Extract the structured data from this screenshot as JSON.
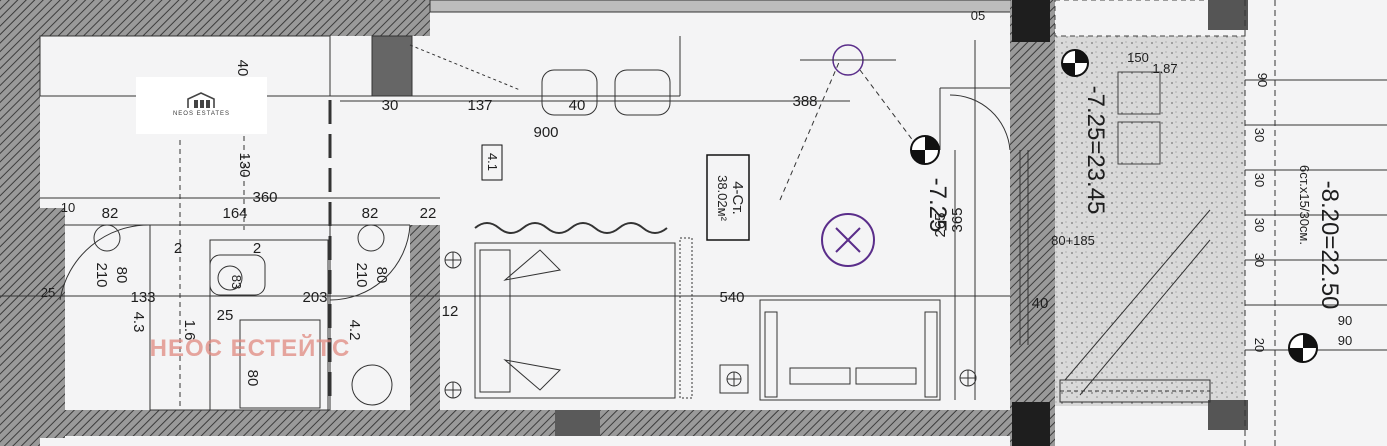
{
  "logo": {
    "text": "NEOS ESTATES"
  },
  "watermark": "НЕОС ЕСТЕЙТС",
  "room": {
    "code": "4-Ст.",
    "area": "38.02м²",
    "tag": "4.1"
  },
  "levels": {
    "main": "-7.25",
    "terrace": "-7.25=23.45",
    "lower": "-8.20=22.50",
    "lower_note": "6ст.х15/30см."
  },
  "dims": {
    "d30": "30",
    "d137": "137",
    "d40": "40",
    "d388": "388",
    "d900": "900",
    "d130": "130",
    "d360": "360",
    "d164": "164",
    "d82a": "82",
    "d82b": "82",
    "d22": "22",
    "d10": "10",
    "d210a": "210",
    "d80a": "80",
    "d210b": "210",
    "d80b": "80",
    "d133": "133",
    "d203": "203",
    "d540": "540",
    "d12": "12",
    "d265": "265",
    "d365": "365",
    "d40b": "40",
    "d150": "150",
    "d187": "1.87",
    "d90": "90",
    "d20": "20",
    "d2a": "2",
    "d2b": "2",
    "d25": "25",
    "d16": "1.6",
    "d80c": "80",
    "d4_3": "4.3",
    "d4_2": "4.2",
    "d83": "83",
    "d80_185": "80+185",
    "d30_1": "30",
    "d30_2": "30",
    "d30_3": "30",
    "d30_4": "30",
    "d90b": "90",
    "d90c": "90",
    "d40c": "40",
    "d25b": "25",
    "d05": "05"
  },
  "door_tags": {
    "a": "82/\n210",
    "b": "82\n210"
  }
}
